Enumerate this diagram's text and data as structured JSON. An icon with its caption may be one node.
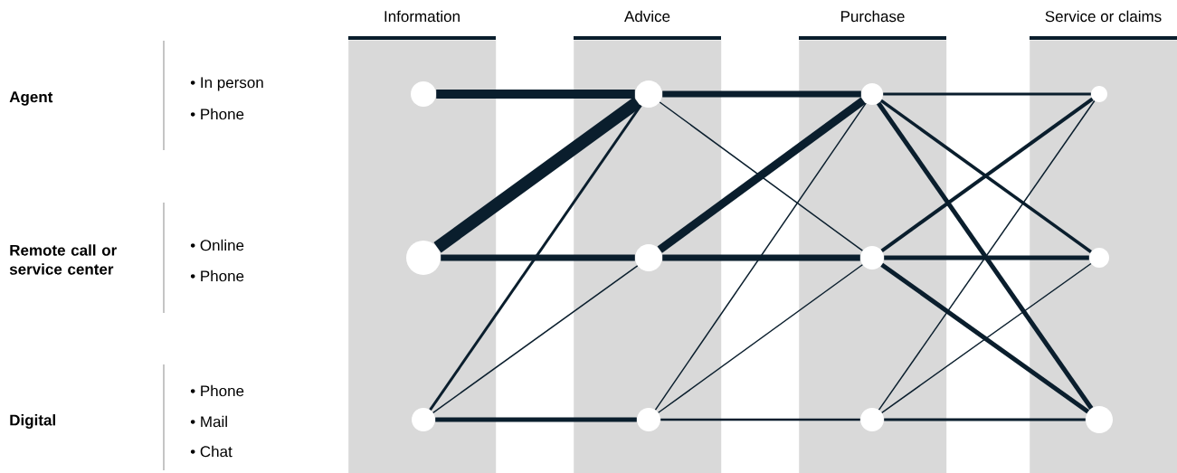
{
  "diagram": {
    "nodes": [
      {
        "text": [
          "Information"
        ]
      },
      {
        "text": [],
        "shape": "circle",
        "in": 0
      },
      {
        "text": [],
        "shape": "circle",
        "in": 0
      },
      {
        "text": [],
        "shape": "circle",
        "in": 0
      },
      {
        "text": [
          "Advice"
        ]
      },
      {
        "text": [],
        "shape": "circle",
        "in": 4
      },
      {
        "text": [],
        "shape": "circle",
        "in": 4
      },
      {
        "text": [],
        "shape": "circle",
        "in": 4
      },
      {
        "text": [
          "Purchase"
        ]
      },
      {
        "text": [],
        "shape": "circle",
        "in": 8
      },
      {
        "text": [],
        "shape": "circle",
        "in": 8
      },
      {
        "text": [],
        "shape": "circle",
        "in": 8
      },
      {
        "text": [
          "Service or claims"
        ]
      },
      {
        "text": [],
        "shape": "circle",
        "in": 12
      },
      {
        "text": [],
        "shape": "circle",
        "in": 12
      },
      {
        "text": [],
        "shape": "circle",
        "in": 12
      }
    ],
    "edges": [
      {
        "from": 1,
        "to": 5,
        "arrow": "none",
        "style": "thick"
      },
      {
        "from": 2,
        "to": 5,
        "arrow": "none",
        "style": "thick"
      },
      {
        "from": 2,
        "to": 6,
        "arrow": "none",
        "style": "thick"
      },
      {
        "from": 3,
        "to": 5,
        "arrow": "none"
      },
      {
        "from": 3,
        "to": 6,
        "arrow": "none"
      },
      {
        "from": 3,
        "to": 7,
        "arrow": "none"
      },
      {
        "from": 5,
        "to": 9,
        "arrow": "none",
        "style": "thick"
      },
      {
        "from": 5,
        "to": 10,
        "arrow": "none"
      },
      {
        "from": 6,
        "to": 9,
        "arrow": "none",
        "style": "thick"
      },
      {
        "from": 6,
        "to": 10,
        "arrow": "none",
        "style": "thick"
      },
      {
        "from": 7,
        "to": 9,
        "arrow": "none"
      },
      {
        "from": 7,
        "to": 10,
        "arrow": "none"
      },
      {
        "from": 7,
        "to": 11,
        "arrow": "none"
      },
      {
        "from": 9,
        "to": 13,
        "arrow": "none"
      },
      {
        "from": 9,
        "to": 14,
        "arrow": "none"
      },
      {
        "from": 9,
        "to": 15,
        "arrow": "none"
      },
      {
        "from": 10,
        "to": 13,
        "arrow": "none"
      },
      {
        "from": 10,
        "to": 14,
        "arrow": "none"
      },
      {
        "from": 10,
        "to": 15,
        "arrow": "none"
      },
      {
        "from": 11,
        "to": 13,
        "arrow": "none"
      },
      {
        "from": 11,
        "to": 14,
        "arrow": "none"
      },
      {
        "from": 11,
        "to": 15,
        "arrow": "none"
      }
    ],
    "labels": [
      "Agent",
      "• In person",
      "• Phone",
      "Remote call or service center",
      "• Online",
      "• Phone",
      "Digital",
      "• Phone",
      "• Mail",
      "• Chat"
    ]
  }
}
